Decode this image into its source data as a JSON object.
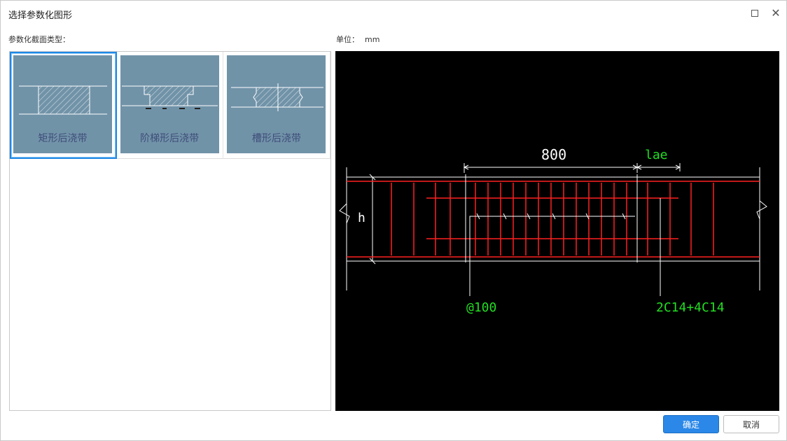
{
  "window": {
    "title": "选择参数化图形"
  },
  "left_label": "参数化截面类型：",
  "unit": {
    "label": "单位：",
    "value": "mm"
  },
  "tiles": [
    {
      "label": "矩形后浇带",
      "selected": true
    },
    {
      "label": "阶梯形后浇带",
      "selected": false
    },
    {
      "label": "槽形后浇带",
      "selected": false
    }
  ],
  "preview": {
    "dim_width": "800",
    "dim_lae": "lae",
    "dim_h": "h",
    "spacing_label": "@100",
    "rebar_label": "2C14+4C14"
  },
  "buttons": {
    "ok": "确定",
    "cancel": "取消"
  },
  "colors": {
    "accent": "#2b88e8",
    "tile_bg": "#7193a8",
    "rebar": "#ff2020",
    "annotation": "#22dd22"
  }
}
